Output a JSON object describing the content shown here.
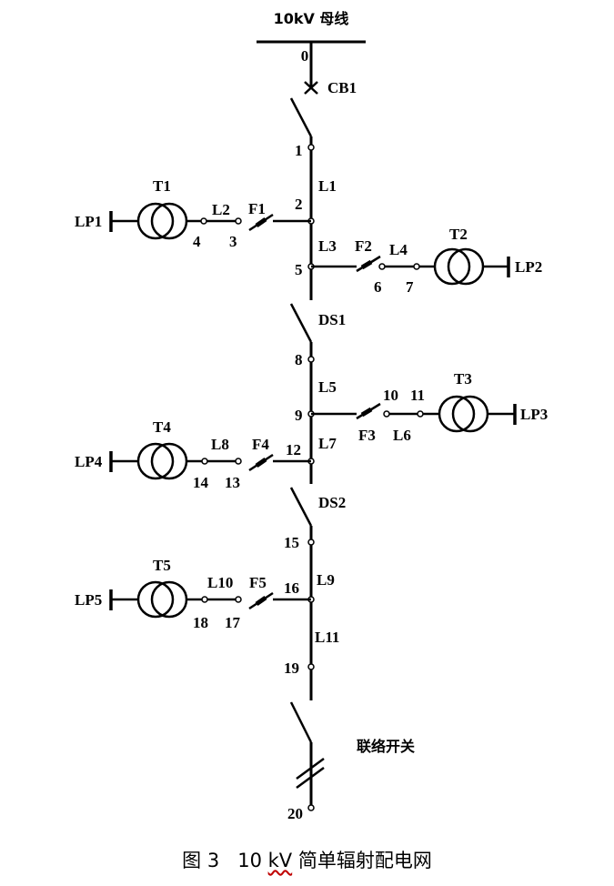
{
  "bus_label": "10kV 母线",
  "tie_switch_label": "联络开关",
  "caption": {
    "prefix": "图 3   10 ",
    "unit": "kV",
    "suffix": " 简单辐射配电网"
  },
  "devices": {
    "CB1": "CB1",
    "DS1": "DS1",
    "DS2": "DS2",
    "T1": "T1",
    "T2": "T2",
    "T3": "T3",
    "T4": "T4",
    "T5": "T5",
    "LP1": "LP1",
    "LP2": "LP2",
    "LP3": "LP3",
    "LP4": "LP4",
    "LP5": "LP5",
    "F1": "F1",
    "F2": "F2",
    "F3": "F3",
    "F4": "F4",
    "F5": "F5",
    "L1": "L1",
    "L2": "L2",
    "L3": "L3",
    "L4": "L4",
    "L5": "L5",
    "L6": "L6",
    "L7": "L7",
    "L8": "L8",
    "L9": "L9",
    "L10": "L10",
    "L11": "L11"
  },
  "nodes": {
    "n0": "0",
    "n1": "1",
    "n2": "2",
    "n3": "3",
    "n4": "4",
    "n5": "5",
    "n6": "6",
    "n7": "7",
    "n8": "8",
    "n9": "9",
    "n10": "10",
    "n11": "11",
    "n12": "12",
    "n13": "13",
    "n14": "14",
    "n15": "15",
    "n16": "16",
    "n17": "17",
    "n18": "18",
    "n19": "19",
    "n20": "20"
  }
}
